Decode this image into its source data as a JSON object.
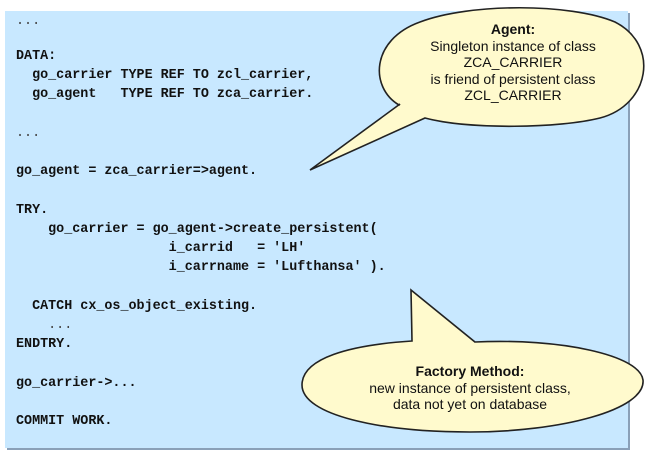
{
  "code": {
    "lines": [
      "...",
      "DATA:",
      "  go_carrier TYPE REF TO zcl_carrier,",
      "  go_agent   TYPE REF TO zca_carrier.",
      "...",
      "go_agent = zca_carrier=>agent.",
      "TRY.",
      "    go_carrier = go_agent->create_persistent(",
      "                   i_carrid   = 'LH'",
      "                   i_carrname = 'Lufthansa' ).",
      "  CATCH cx_os_object_existing.",
      "    ...",
      "ENDTRY.",
      "go_carrier->...",
      "COMMIT WORK."
    ]
  },
  "callouts": {
    "agent": {
      "title": "Agent:",
      "lines": [
        "Singleton instance of class",
        "ZCA_CARRIER",
        "is friend of persistent class",
        "ZCL_CARRIER"
      ]
    },
    "factory": {
      "title": "Factory Method:",
      "lines": [
        "new instance of persistent class,",
        "data not yet on database"
      ]
    }
  },
  "colors": {
    "panel_background": "#c8e8ff",
    "callout_fill": "#fffacd",
    "callout_stroke": "#222222"
  }
}
